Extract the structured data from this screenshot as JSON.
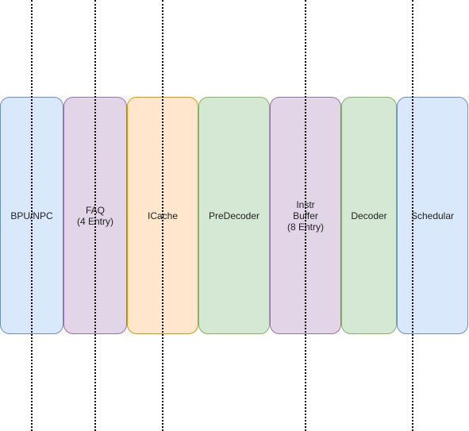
{
  "blocks": [
    {
      "label": "BPU/NPC",
      "fill": "#dae8fc",
      "stroke": "#6c8ebf"
    },
    {
      "label": "FAQ\n(4 Entry)",
      "fill": "#e1d5e7",
      "stroke": "#9673a6"
    },
    {
      "label": "ICache",
      "fill": "#ffe6cc",
      "stroke": "#d79b00"
    },
    {
      "label": "PreDecoder",
      "fill": "#d5e8d4",
      "stroke": "#82b366"
    },
    {
      "label": "Instr\nBuffer\n(8 Entry)",
      "fill": "#e1d5e7",
      "stroke": "#9673a6"
    },
    {
      "label": "Decoder",
      "fill": "#d5e8d4",
      "stroke": "#82b366"
    },
    {
      "label": "Schedular",
      "fill": "#dae8fc",
      "stroke": "#6c8ebf"
    }
  ]
}
